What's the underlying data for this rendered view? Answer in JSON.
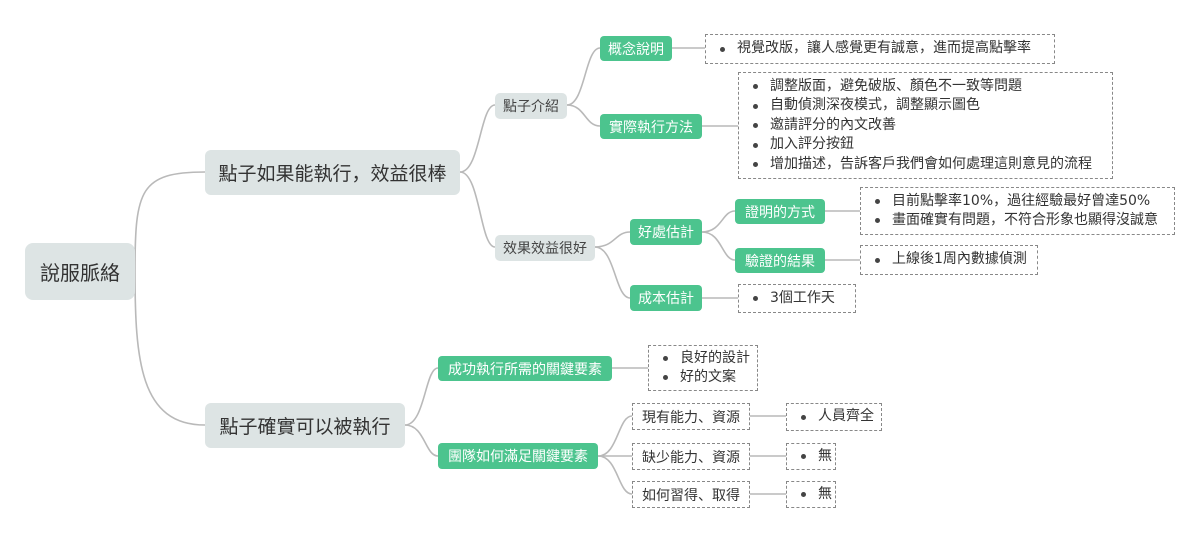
{
  "root": "說服脈絡",
  "branches": [
    {
      "label": "點子如果能執行，效益很棒",
      "children": [
        {
          "label": "點子介紹",
          "children": [
            {
              "label": "概念說明",
              "bullets": [
                "視覺改版，讓人感覺更有誠意，進而提高點擊率"
              ]
            },
            {
              "label": "實際執行方法",
              "bullets": [
                "調整版面，避免破版、顏色不一致等問題",
                "自動偵測深夜模式，調整顯示圖色",
                "邀請評分的內文改善",
                "加入評分按鈕",
                "增加描述，告訴客戶我們會如何處理這則意見的流程"
              ]
            }
          ]
        },
        {
          "label": "效果效益很好",
          "children": [
            {
              "label": "好處估計",
              "children": [
                {
                  "label": "證明的方式",
                  "bullets": [
                    "目前點擊率10%，過往經驗最好曾達50%",
                    "畫面確實有問題，不符合形象也顯得沒誠意"
                  ]
                },
                {
                  "label": "驗證的結果",
                  "bullets": [
                    "上線後1周內數據偵測"
                  ]
                }
              ]
            },
            {
              "label": "成本估計",
              "bullets": [
                "3個工作天"
              ]
            }
          ]
        }
      ]
    },
    {
      "label": "點子確實可以被執行",
      "children": [
        {
          "label": "成功執行所需的關鍵要素",
          "bullets": [
            "良好的設計",
            "好的文案"
          ]
        },
        {
          "label": "團隊如何滿足關鍵要素",
          "children": [
            {
              "label": "現有能力、資源",
              "bullets": [
                "人員齊全"
              ]
            },
            {
              "label": "缺少能力、資源",
              "bullets": [
                "無"
              ]
            },
            {
              "label": "如何習得、取得",
              "bullets": [
                "無"
              ]
            }
          ]
        }
      ]
    }
  ]
}
